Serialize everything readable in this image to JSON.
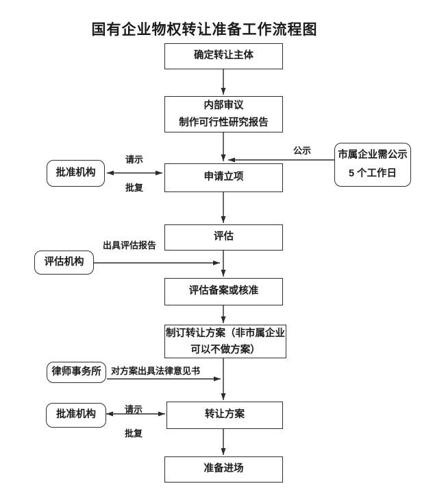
{
  "title": "国有企业物权转让准备工作流程图",
  "nodes": {
    "determine_subject": {
      "label": "确定转让主体"
    },
    "internal_review": {
      "line1": "内部审议",
      "line2": "制作可行性研究报告"
    },
    "apply_project": {
      "label": "申请立项"
    },
    "evaluation": {
      "label": "评估"
    },
    "evaluation_record": {
      "label": "评估备案或核准"
    },
    "draft_plan": {
      "line1": "制订转让方案（非市属企业",
      "line2": "可以不做方案）"
    },
    "transfer_plan": {
      "label": "转让方案"
    },
    "prepare_entry": {
      "label": "准备进场"
    }
  },
  "side_nodes": {
    "approval_org_top": {
      "label": "批准机构"
    },
    "municipal_notice": {
      "line1": "市属企业需公示",
      "line2": "5 个工作日"
    },
    "evaluation_org": {
      "label": "评估机构"
    },
    "law_firm": {
      "label": "律师事务所"
    },
    "approval_org_bottom": {
      "label": "批准机构"
    }
  },
  "edge_labels": {
    "request_top": "请示",
    "reply_top": "批复",
    "public_notice": "公示",
    "issue_eval_report": "出具评估报告",
    "legal_opinion": "对方案出具法律意见书",
    "request_bottom": "请示",
    "reply_bottom": "批复"
  },
  "colors": {
    "line": "#2b2b2b",
    "border": "#2e2e2e",
    "text": "#1a1a1a",
    "background": "#ffffff"
  }
}
